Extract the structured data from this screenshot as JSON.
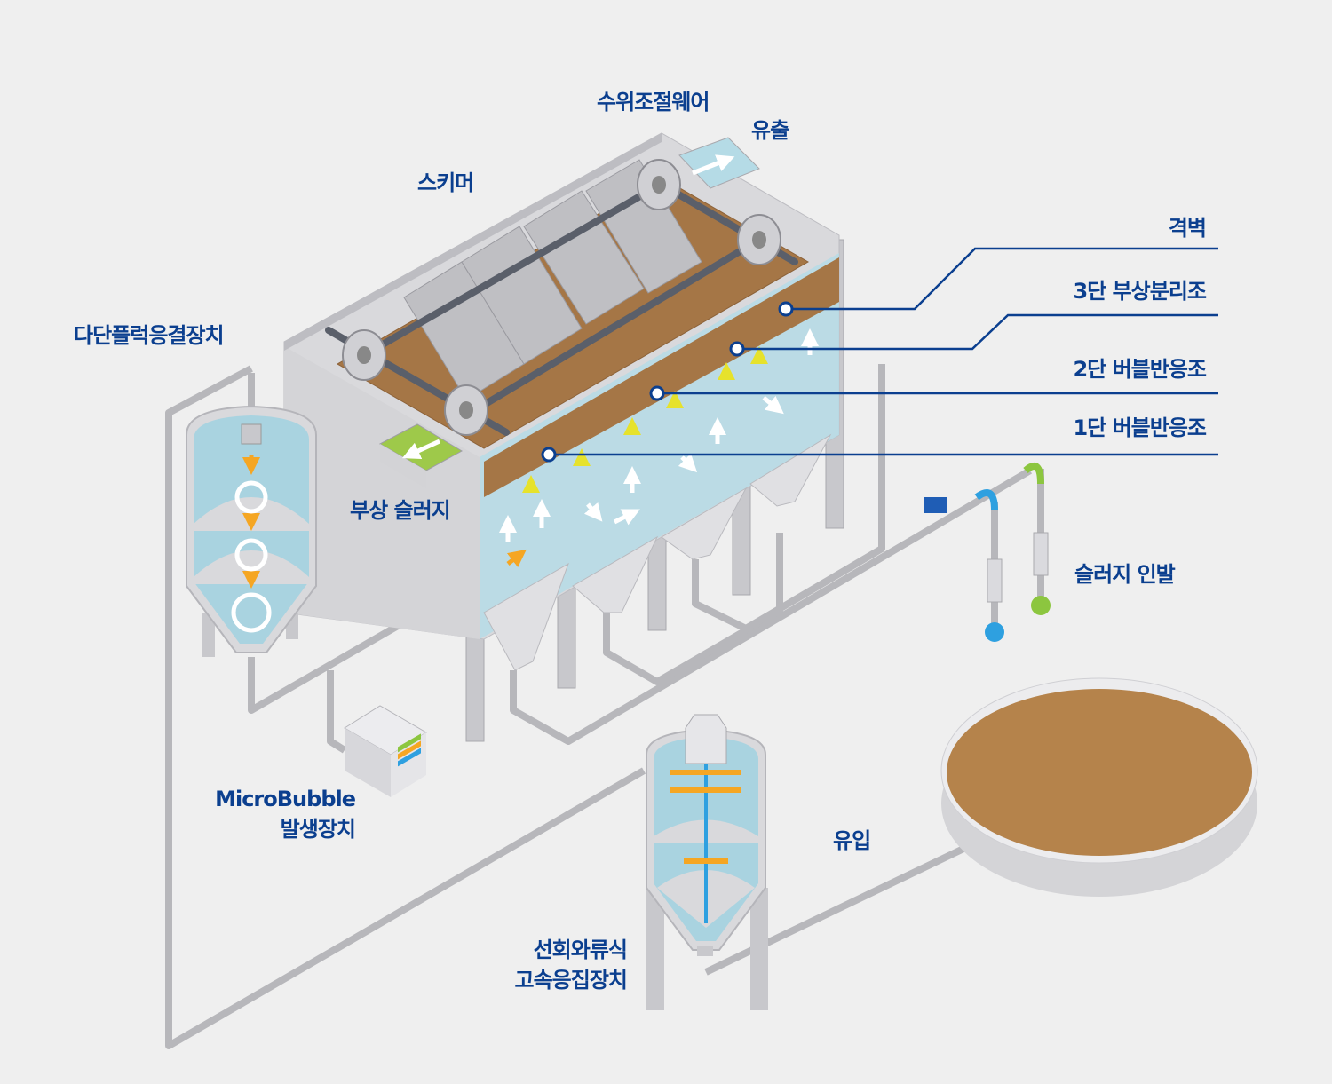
{
  "labels": {
    "weir": "수위조절웨어",
    "outflow": "유출",
    "skimmer": "스키머",
    "partition": "격벽",
    "stage3": "3단 부상분리조",
    "stage2": "2단 버블반응조",
    "stage1": "1단 버블반응조",
    "multi_floc": "다단플럭응결장치",
    "float_sludge": "부상 슬러지",
    "sludge_draw": "슬러지 인발",
    "microbubble_line1": "MicroBubble",
    "microbubble_line2": "발생장치",
    "inflow": "유입",
    "cyclone_line1": "선회와류식",
    "cyclone_line2": "고속응집장치"
  },
  "colors": {
    "label": "#0b3f8f",
    "water": "#a9d3e0",
    "sludge": "#a57646",
    "steel": "#c8c8cc",
    "pipe": "#b7b7bb",
    "arrow_orange": "#f5a623",
    "bubble_yellow": "#e6e22c",
    "drop_blue": "#2ea0e0",
    "drop_green": "#8cc63f"
  }
}
